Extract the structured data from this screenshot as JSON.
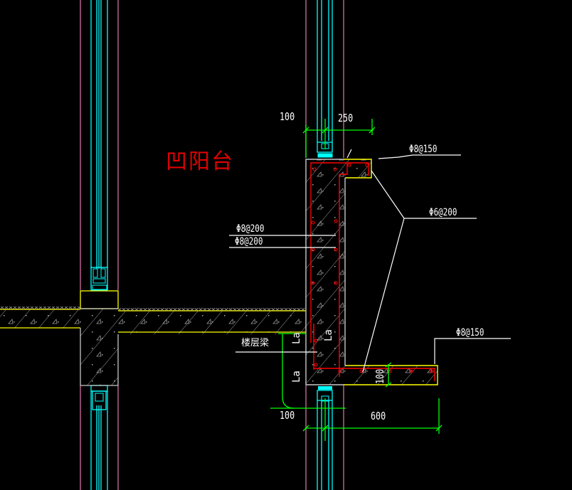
{
  "title": "凹阳台",
  "dimensions": {
    "top_left": "100",
    "top_right": "250",
    "bottom_left": "100",
    "bottom_right": "600",
    "slab_thickness": "100"
  },
  "rebar_labels": {
    "top_lip": "Φ8@150",
    "side_stirrup": "Φ6@200",
    "wall_upper": "Φ8@200",
    "wall_lower": "Φ8@200",
    "bottom_slab": "Φ8@150"
  },
  "anchorage_labels": {
    "la_1": "La",
    "la_2": "La",
    "la_3": "La"
  },
  "beam_label": "楼层梁",
  "colors": {
    "background": "#000000",
    "title_red": "#e00000",
    "rebar_red": "#ff0000",
    "concrete_outline": "#c8c8c8",
    "slab_edge_yellow": "#ffff00",
    "dimension_green": "#00ff00",
    "window_cyan": "#00ffff",
    "wall_pink": "#d070a0",
    "leader_white": "#ffffff"
  }
}
